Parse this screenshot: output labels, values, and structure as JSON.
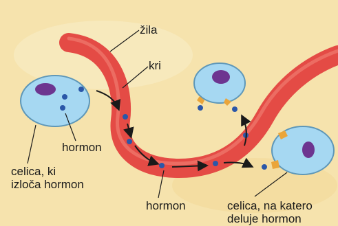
{
  "labels": {
    "vessel": "žila",
    "blood": "kri",
    "hormone_near_cell": "hormon",
    "secreting_cell_line1": "celica, ki",
    "secreting_cell_line2": "izloča hormon",
    "hormone_in_vessel": "hormon",
    "target_cell_line1": "celica, na katero",
    "target_cell_line2": "deluje hormon"
  },
  "colors": {
    "background": "#f6e3ad",
    "vessel": "#e44b45",
    "cell": "#a6d8f2",
    "nucleus": "#6d3590",
    "hormone": "#2b57a8",
    "receptor": "#eaa53a",
    "arrow": "#1a1a1a"
  }
}
